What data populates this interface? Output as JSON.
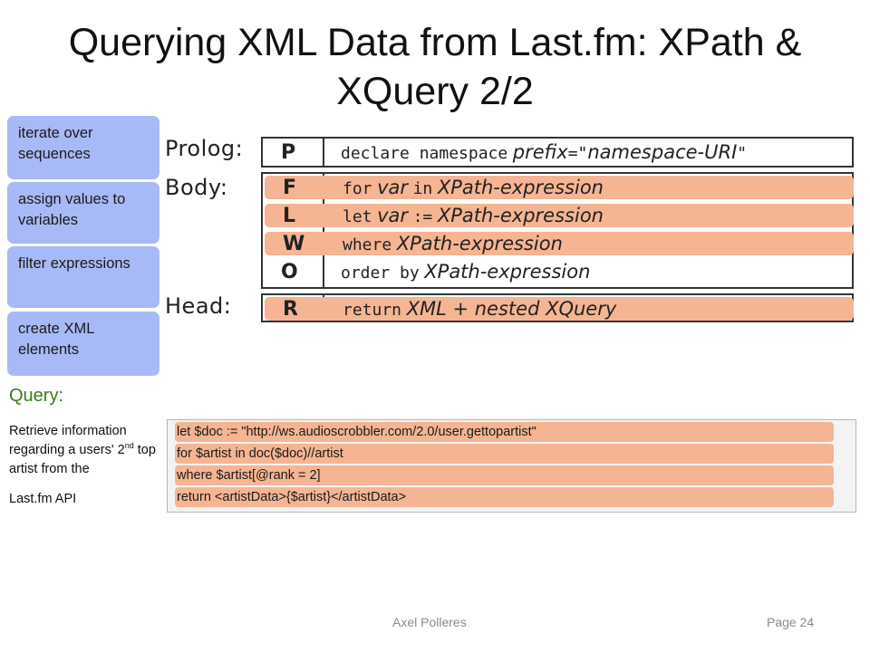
{
  "slide": {
    "title": "Querying XML Data from Last.fm: XPath & XQuery  2/2"
  },
  "callouts": [
    {
      "label": "iterate over sequences"
    },
    {
      "label": "assign values to variables"
    },
    {
      "label": "filter expressions"
    },
    {
      "label": "create XML elements"
    }
  ],
  "flwor": {
    "sections": {
      "prolog": "Prolog:",
      "body": "Body:",
      "head": "Head:"
    },
    "prolog_row": {
      "letter": "P",
      "kw": "declare namespace",
      "prefix": "prefix",
      "eq": "=\"",
      "uri": "namespace-URI",
      "end": "\""
    },
    "for_row": {
      "letter": "F",
      "kw": "for",
      "var": "var",
      "kw2": "in",
      "expr": "XPath-expression"
    },
    "let_row": {
      "letter": "L",
      "kw": "let",
      "var": "var",
      "kw2": ":=",
      "expr": "XPath-expression"
    },
    "where_row": {
      "letter": "W",
      "kw": "where",
      "expr": "XPath-expression"
    },
    "order_row": {
      "letter": "O",
      "kw": "order by",
      "expr": "XPath-expression"
    },
    "return_row": {
      "letter": "R",
      "kw": "return",
      "expr": "XML + nested XQuery"
    }
  },
  "query": {
    "label": "Query:",
    "desc_part1": "Retrieve information regarding a users' 2",
    "desc_sup": "nd",
    "desc_part2": " top artist from the",
    "desc_api": "Last.fm API",
    "lines": [
      "let $doc := \"http://ws.audioscrobbler.com/2.0/user.gettopartist\"",
      "for $artist in doc($doc)//artist",
      "where $artist[@rank = 2]",
      "return <artistData>{$artist}</artistData>"
    ]
  },
  "footer": {
    "author": "Axel Polleres",
    "page": "Page 24"
  },
  "colors": {
    "callout_bg": "#a8b9f7",
    "highlight": "#f5b593",
    "query_label": "#3a7d1e",
    "footer_text": "#8a8a8a"
  }
}
